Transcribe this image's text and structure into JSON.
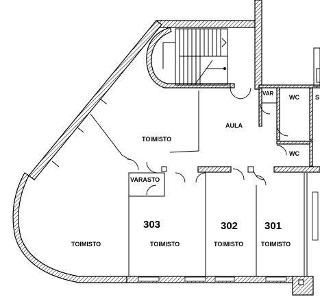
{
  "rooms": {
    "aula": "AULA",
    "var": "VAR",
    "wc_upper": "WC",
    "wc_lower": "WC",
    "s_partial": "S",
    "toimisto_upper": "TOIMISTO",
    "varasto": "VARASTO",
    "toimisto_corner": "TOIMISTO",
    "toimisto_303": "TOIMISTO",
    "toimisto_302": "TOIMISTO",
    "toimisto_301": "TOIMISTO"
  },
  "room_numbers": {
    "r303": "303",
    "r302": "302",
    "r301": "301"
  },
  "colors": {
    "wall_stroke": "#000000",
    "hatch": "#000000",
    "background": "#ffffff"
  }
}
